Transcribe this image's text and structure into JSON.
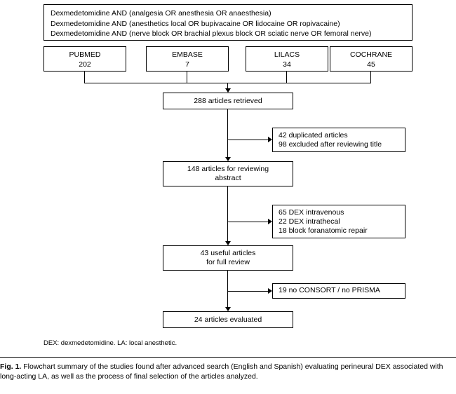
{
  "figure": {
    "search_terms": [
      "Dexmedetomidine AND (analgesia OR anesthesia OR anaesthesia)",
      "Dexmedetomidine AND (anesthetics local OR bupivacaine OR lidocaine OR ropivacaine)",
      "Dexmedetomidine AND (nerve block OR brachial plexus block OR sciatic nerve OR femoral nerve)"
    ],
    "databases": [
      {
        "name": "PUBMED",
        "count": "202"
      },
      {
        "name": "EMBASE",
        "count": "7"
      },
      {
        "name": "LILACS",
        "count": "34"
      },
      {
        "name": "COCHRANE",
        "count": "45"
      }
    ],
    "stages": {
      "retrieved": {
        "line1": "288 articles retrieved"
      },
      "abstract": {
        "line1": "148 articles for reviewing",
        "line2": "abstract"
      },
      "useful": {
        "line1": "43 useful articles",
        "line2": "for full review"
      },
      "evaluated": {
        "line1": "24 articles evaluated"
      }
    },
    "exclusions": {
      "first": [
        "42 duplicated articles",
        "98 excluded after reviewing title"
      ],
      "second": [
        "65 DEX intravenous",
        "22 DEX intrathecal",
        "18 block foranatomic repair"
      ],
      "third": [
        "19 no CONSORT / no PRISMA"
      ]
    },
    "footnote": "DEX: dexmedetomidine. LA: local anesthetic.",
    "caption": {
      "label": "Fig. 1.",
      "text": "Flowchart summary of the studies found after advanced search (English and Spanish) evaluating perineural DEX associated with long-acting LA, as well as the process of final selection of the articles analyzed."
    }
  }
}
